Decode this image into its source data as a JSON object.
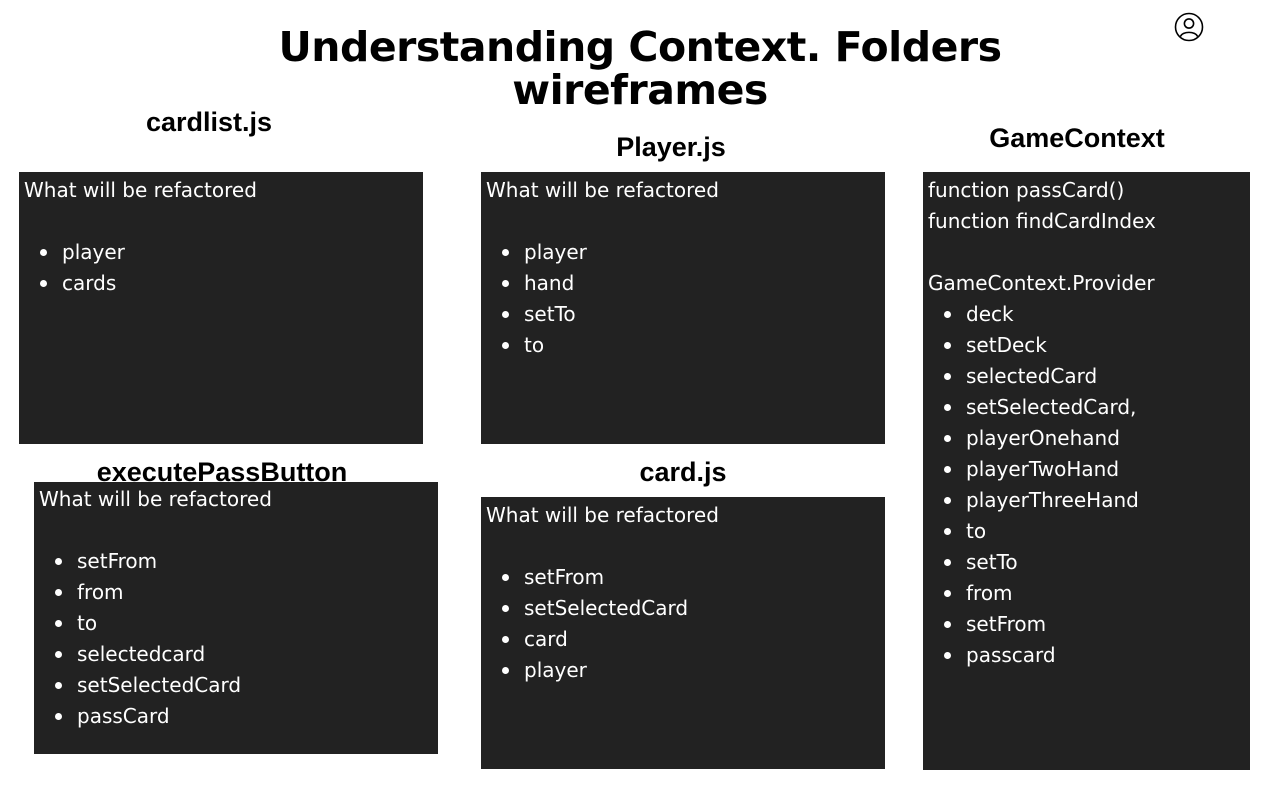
{
  "header": {
    "title_line1": "Understanding Context. Folders",
    "title_line2": "wireframes",
    "profile_icon": "user-circle-icon"
  },
  "sections": {
    "cardlist": {
      "label": "cardlist.js",
      "heading": "What will be refactored",
      "items": [
        "player",
        "cards"
      ]
    },
    "player": {
      "label": "Player.js",
      "heading": "What will be refactored",
      "items": [
        "player",
        "hand",
        "setTo",
        "to"
      ]
    },
    "gamecontext": {
      "label": "GameContext",
      "lines": [
        "function passCard()",
        "function findCardIndex"
      ],
      "provider": "GameContext.Provider",
      "items": [
        "deck",
        "setDeck",
        "selectedCard",
        "setSelectedCard,",
        "playerOnehand",
        "playerTwoHand",
        "playerThreeHand",
        "to",
        "setTo",
        "from",
        "setFrom",
        "passcard"
      ]
    },
    "executepass": {
      "label": "executePassButton",
      "heading": "What will be refactored",
      "items": [
        "setFrom",
        "from",
        "to",
        "selectedcard",
        "setSelectedCard",
        "passCard"
      ]
    },
    "card": {
      "label": "card.js",
      "heading": "What will be refactored",
      "items": [
        "setFrom",
        "setSelectedCard",
        "card",
        "player"
      ]
    }
  }
}
